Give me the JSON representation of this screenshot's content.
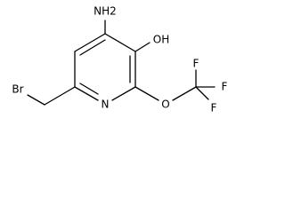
{
  "molecule": {
    "atom_labels": {
      "amine": "NH2",
      "hydroxyl": "OH",
      "ring_nitrogen": "N",
      "ether_oxygen": "O",
      "bromine": "Br",
      "fluorine_1": "F",
      "fluorine_2": "F",
      "fluorine_3": "F"
    }
  }
}
